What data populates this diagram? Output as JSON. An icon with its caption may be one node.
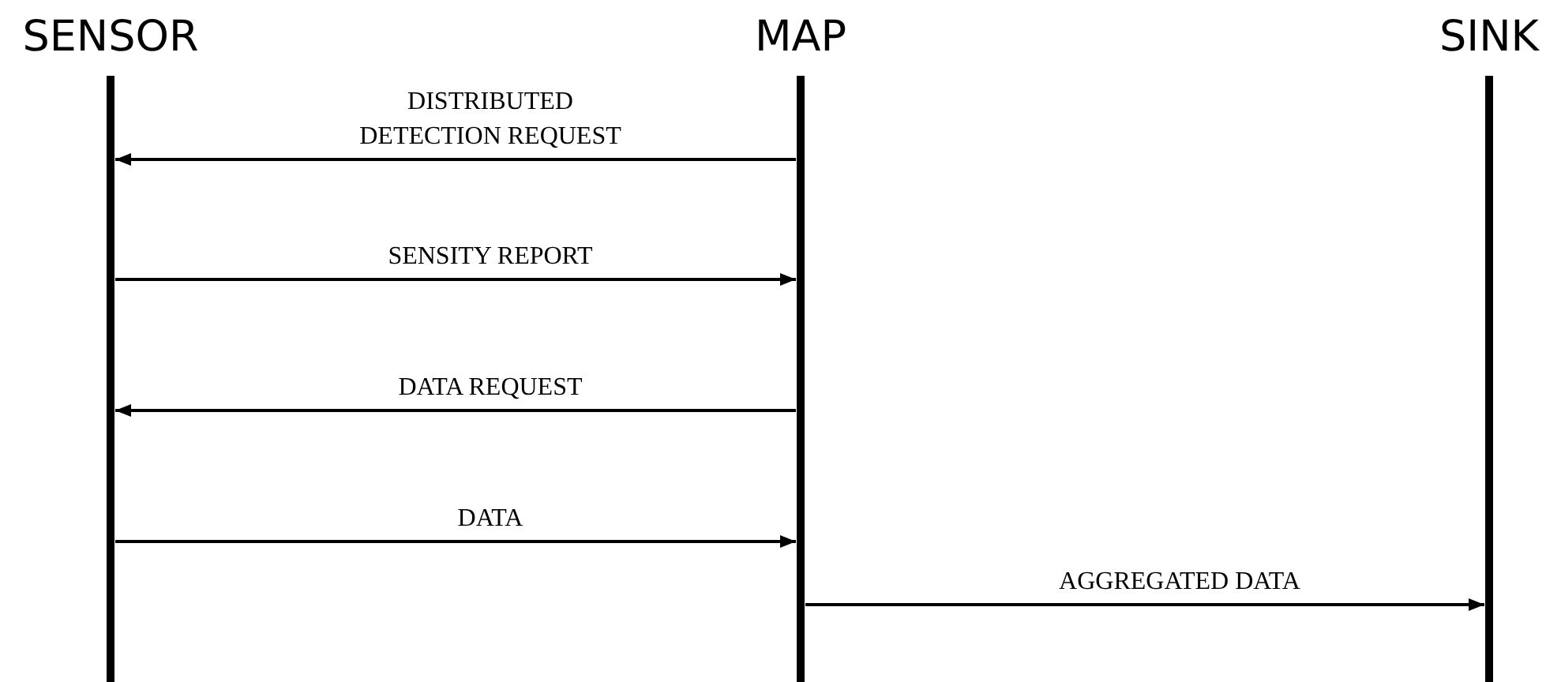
{
  "diagram": {
    "nodes": [
      {
        "text": [
          "SENSOR"
        ]
      },
      {
        "text": [
          "MAP"
        ]
      },
      {
        "text": [
          "SINK"
        ]
      }
    ],
    "edges": [
      {
        "from": 1,
        "to": 0,
        "arrow": "to",
        "label": "DISTRIBUTED DETECTION REQUEST"
      },
      {
        "from": 0,
        "to": 1,
        "arrow": "to",
        "label": "SENSITY REPORT"
      },
      {
        "from": 1,
        "to": 0,
        "arrow": "to",
        "label": "DATA REQUEST"
      },
      {
        "from": 0,
        "to": 1,
        "arrow": "to",
        "label": "DATA"
      },
      {
        "from": 1,
        "to": 2,
        "arrow": "to",
        "label": "AGGREGATED DATA"
      }
    ]
  }
}
